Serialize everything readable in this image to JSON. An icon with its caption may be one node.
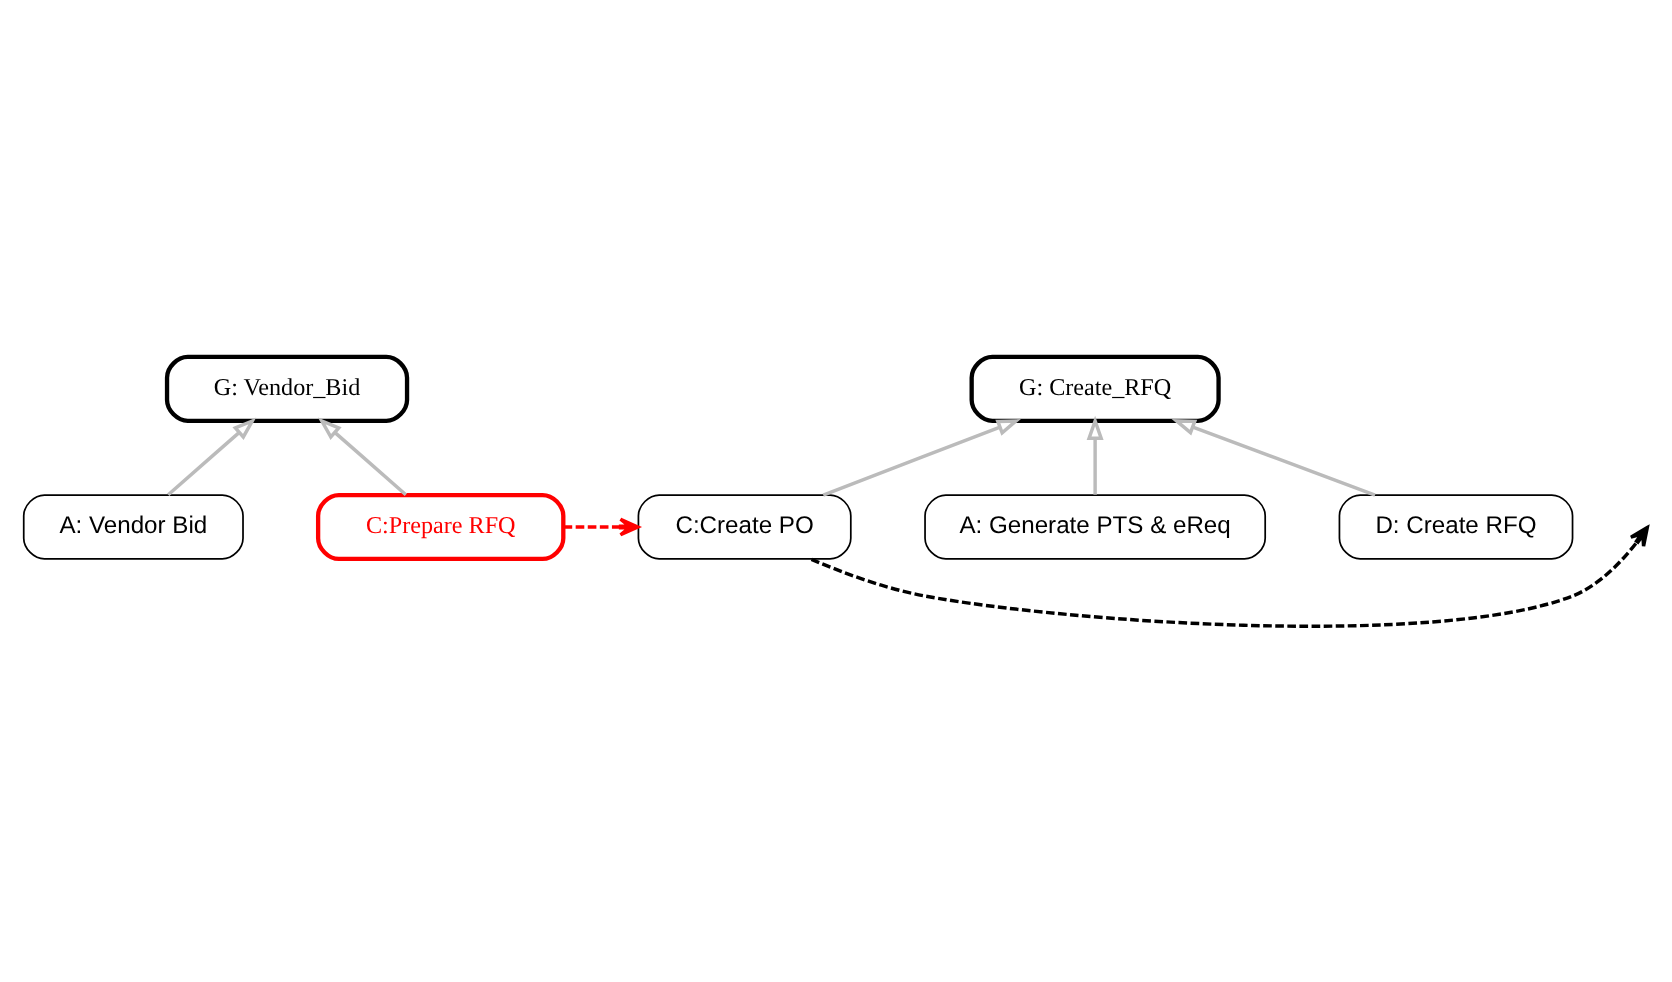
{
  "diagram": {
    "nodes": [
      {
        "text": [
          "G: Vendor_Bid"
        ]
      },
      {
        "text": [
          "A: Vendor Bid"
        ]
      },
      {
        "text": [
          "C:Prepare RFQ"
        ]
      },
      {
        "text": [
          "G: Create_RFQ"
        ]
      },
      {
        "text": [
          "A: Generate PTS & eReq"
        ]
      },
      {
        "text": [
          "C:Create PO"
        ]
      },
      {
        "text": [
          "D: Create RFQ"
        ]
      }
    ],
    "edges": [
      {
        "from": 1,
        "to": 0,
        "arrow": "to"
      },
      {
        "from": 2,
        "to": 0,
        "arrow": "to"
      },
      {
        "from": 4,
        "to": 3,
        "arrow": "to"
      },
      {
        "from": 5,
        "to": 3,
        "arrow": "to"
      },
      {
        "from": 6,
        "to": 3,
        "arrow": "to"
      },
      {
        "from": 2,
        "to": 5,
        "arrow": "to",
        "style": "dashed",
        "color": "#ff0000"
      },
      {
        "from": 5,
        "to": null,
        "arrow": "to",
        "style": "dashed",
        "color": "#000000"
      }
    ]
  }
}
